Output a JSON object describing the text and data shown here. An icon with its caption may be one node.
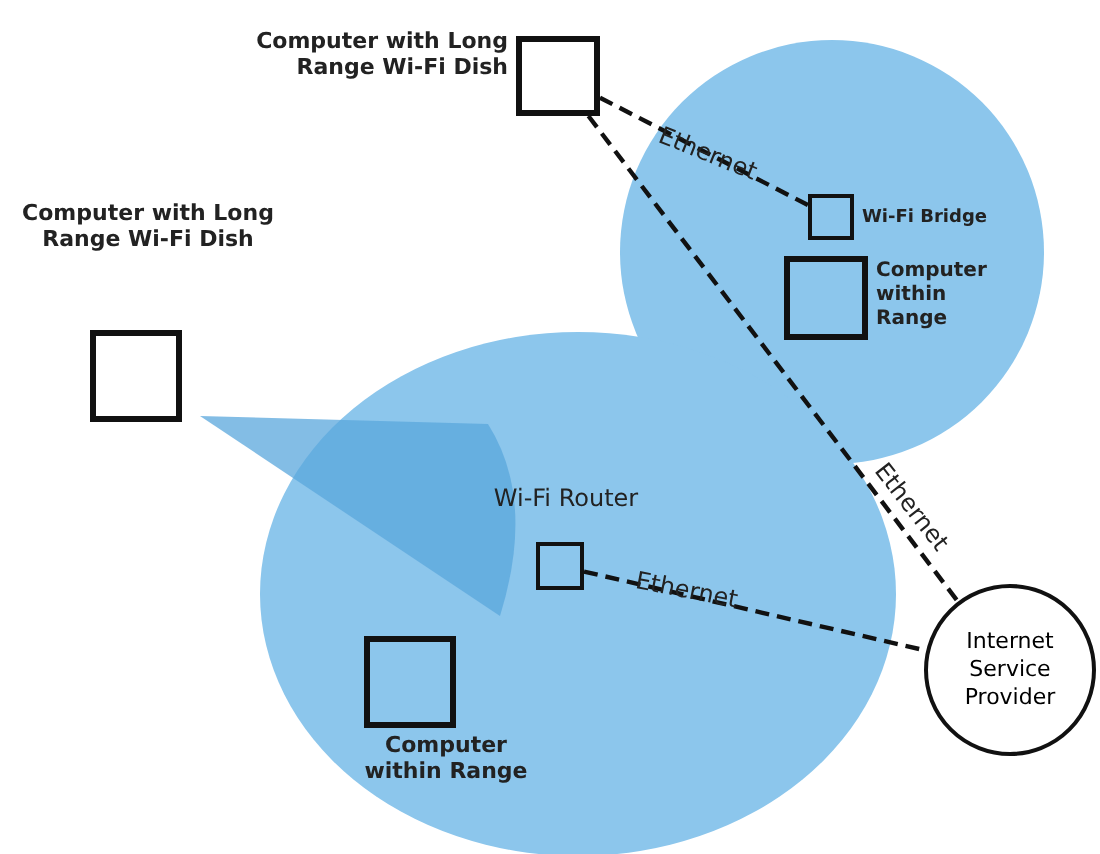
{
  "diagram": {
    "nodes": [
      {
        "text": [
          "Computer with Long Range Wi-Fi Dish"
        ]
      },
      {
        "text": [],
        "shape": "circle"
      },
      {
        "text": [
          "Wi-Fi Bridge"
        ],
        "in": 1
      },
      {
        "text": [
          "Computer within Range"
        ],
        "in": 1
      },
      {
        "text": [
          "Computer with Long Range Wi-Fi Dish"
        ]
      },
      {
        "text": [],
        "shape": "circle"
      },
      {
        "text": [
          "Wi-Fi Router"
        ],
        "in": 5
      },
      {
        "text": [
          "Computer within Range"
        ],
        "in": 5
      },
      {
        "text": [
          "Internet Service Provider"
        ]
      },
      {
        "text": [],
        "shape": "wedge"
      }
    ],
    "edges": [
      {
        "from": 0,
        "to": 2,
        "arrow": "none",
        "label": "Ethernet",
        "style": "dashed"
      },
      {
        "from": 0,
        "to": 8,
        "arrow": "none",
        "label": "Ethernet",
        "style": "dashed"
      },
      {
        "from": 6,
        "to": 8,
        "arrow": "none",
        "label": "Ethernet",
        "style": "dashed"
      }
    ]
  }
}
